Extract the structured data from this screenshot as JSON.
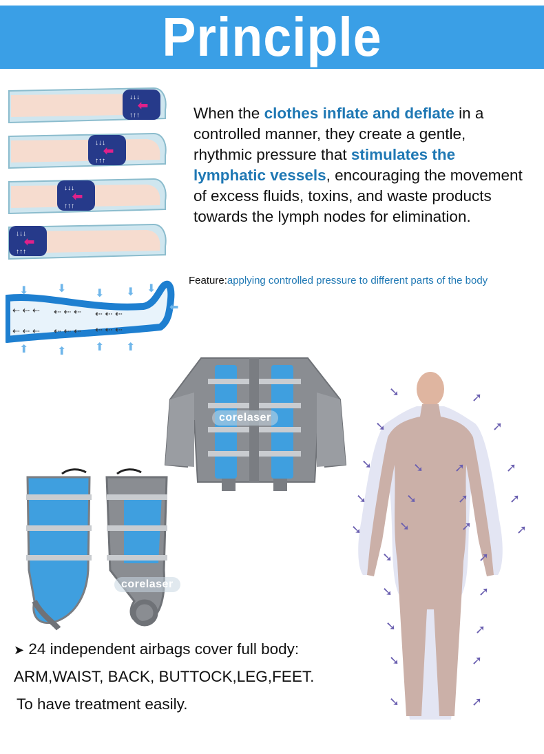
{
  "header": {
    "title": "Principle"
  },
  "description": {
    "p1": "When the ",
    "h1": "clothes inflate and deflate",
    "p2": " in a controlled manner, they create a gentle, rhythmic pressure that ",
    "h2": "stimulates the lymphatic vessels",
    "p3": ", encouraging the movement of excess fluids, toxins, and waste products towards the lymph nodes for elimination."
  },
  "feature": {
    "label": "Feature:",
    "value": "applying controlled pressure to different parts of the body"
  },
  "watermarks": {
    "jacket": "corelaser",
    "legs": "corelaser"
  },
  "bullets": {
    "marker": "➤",
    "line1": " 24 independent airbags cover full body:",
    "line2": "ARM,WAIST, BACK, BUTTOCK,LEG,FEET.",
    "line3": "To have treatment easily."
  },
  "colors": {
    "banner": "#3a9fe6",
    "highlight": "#1f78b4",
    "airbag_blue": "#3f9fdf",
    "suit_gray": "#8a8d92",
    "arrow_purple": "#6a5fb0"
  }
}
